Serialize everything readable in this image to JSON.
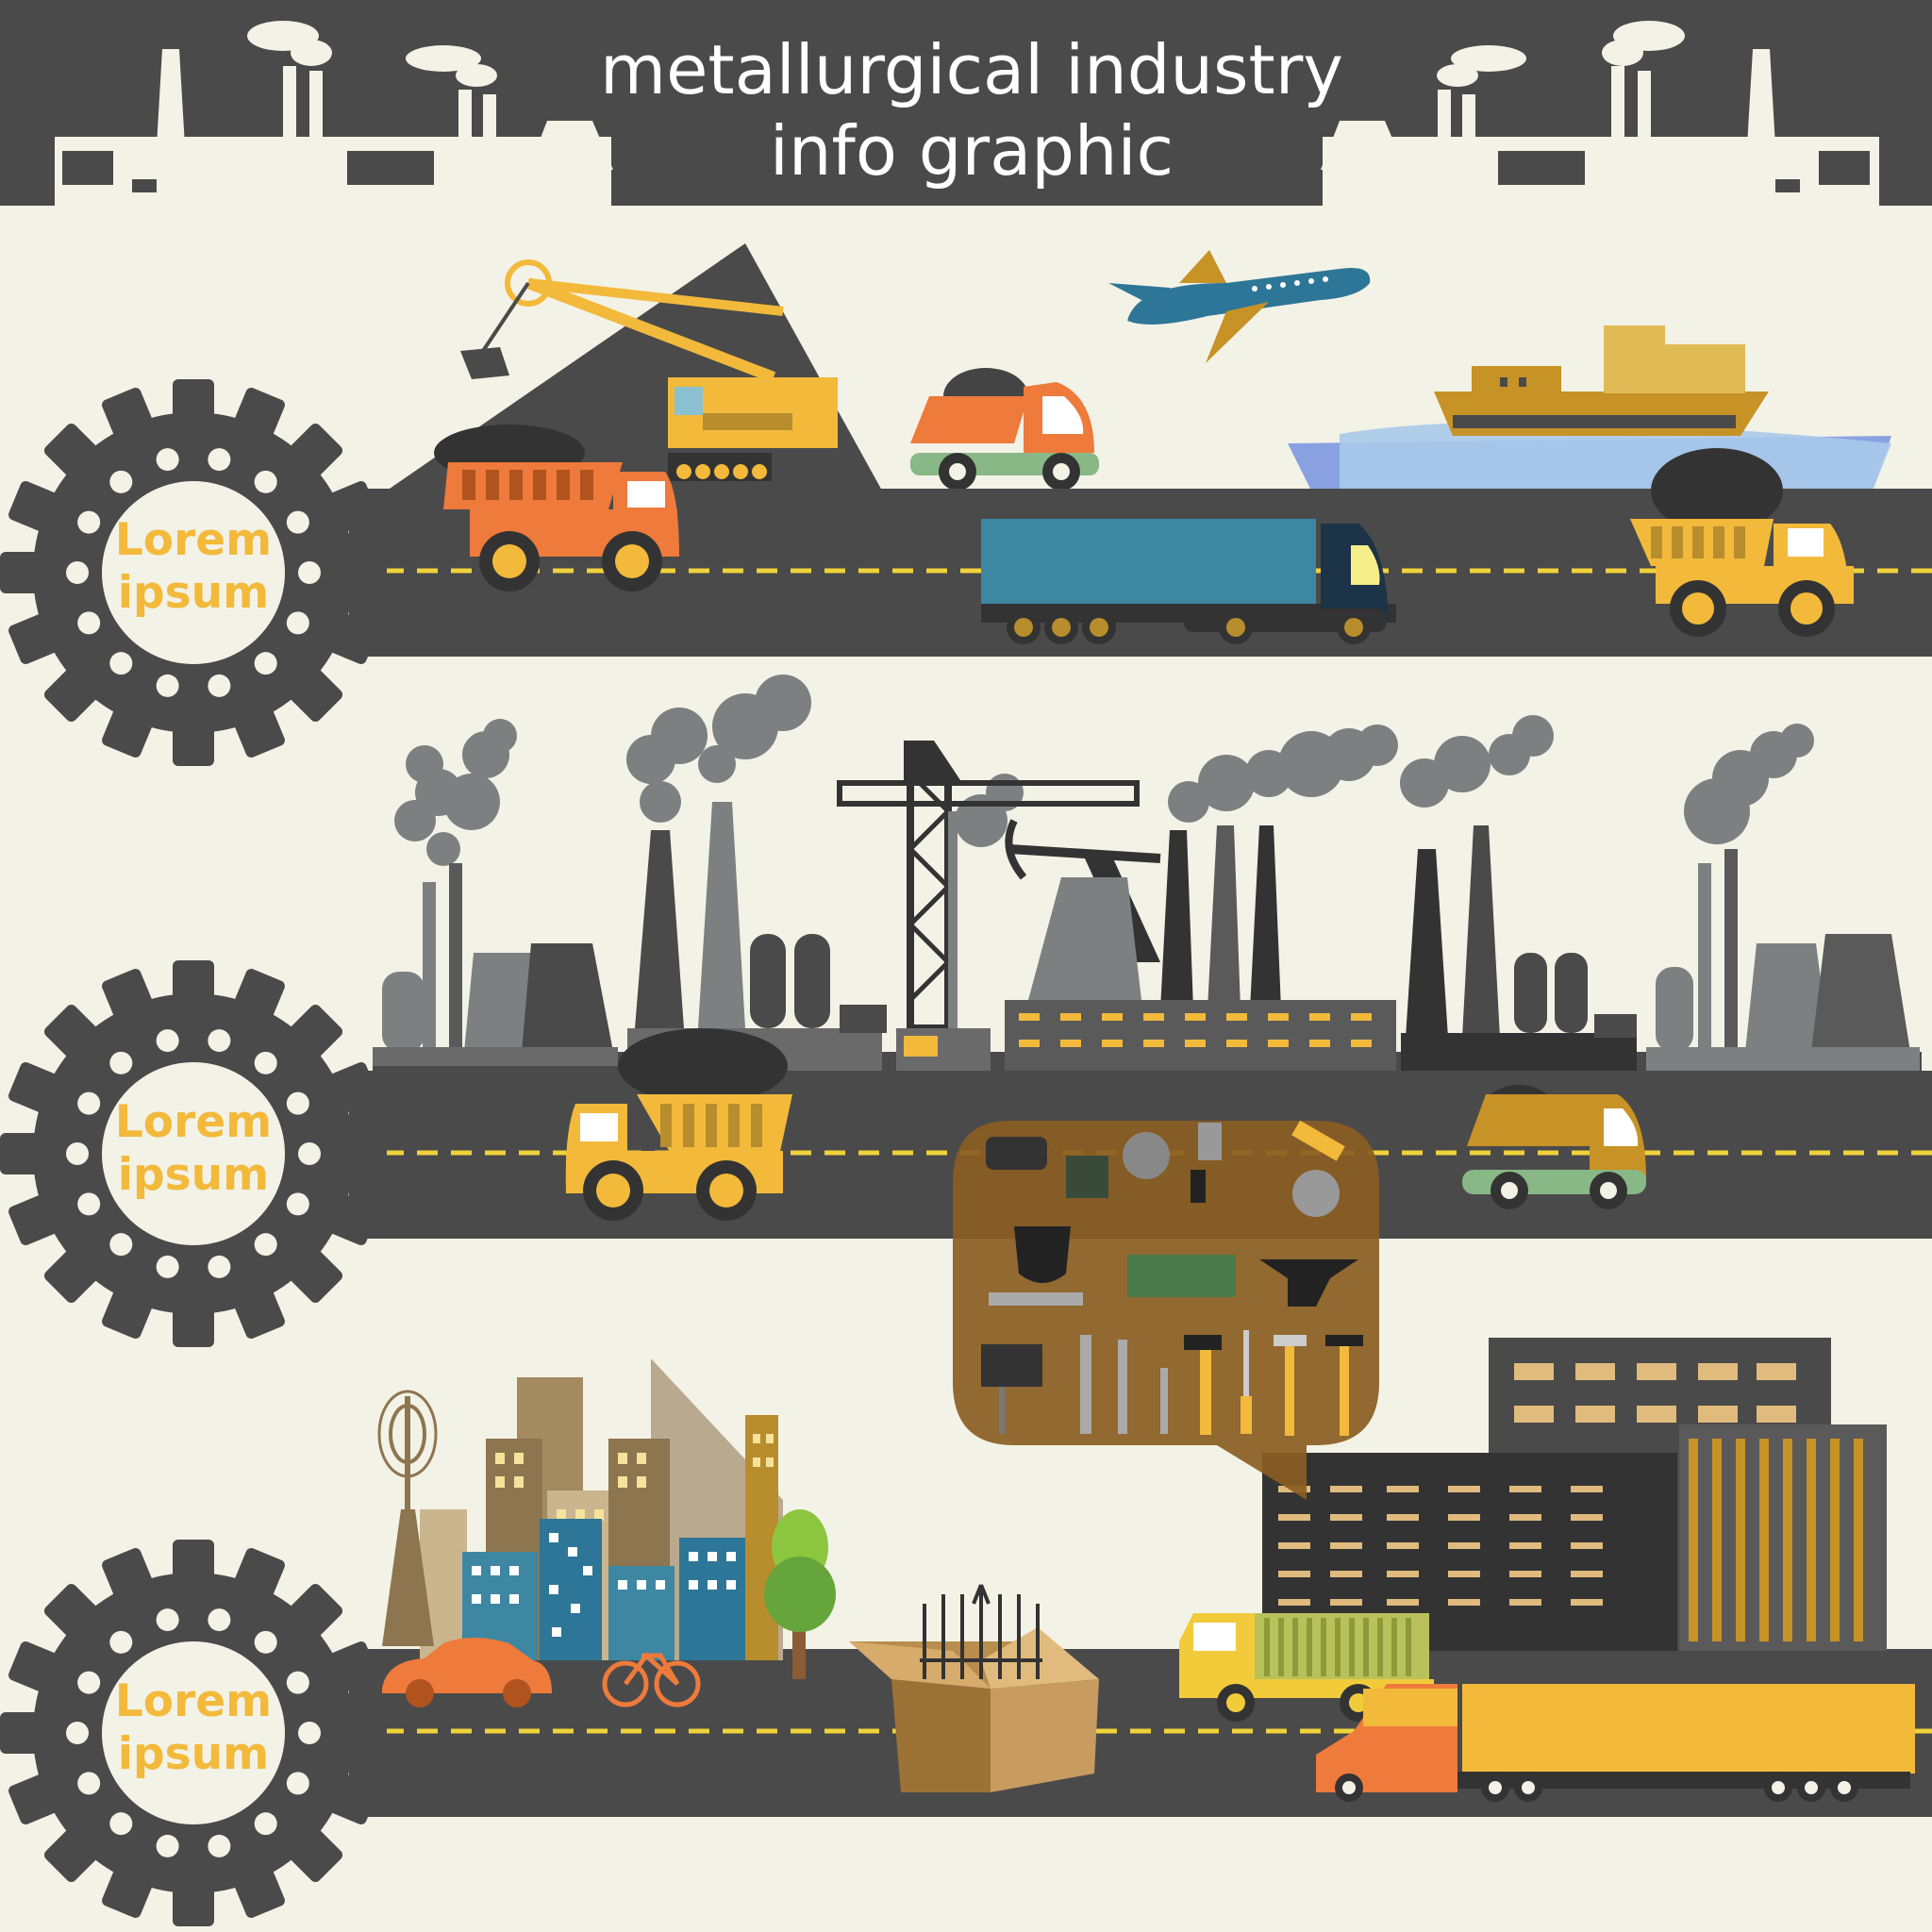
{
  "header": {
    "title_line_1": "metallurgical industry",
    "title_line_2": "info graphic"
  },
  "stages": [
    {
      "label_line_1": "Lorem",
      "label_line_2": "ipsum",
      "theme": "mining and transport"
    },
    {
      "label_line_1": "Lorem",
      "label_line_2": "ipsum",
      "theme": "metallurgical plants"
    },
    {
      "label_line_1": "Lorem",
      "label_line_2": "ipsum",
      "theme": "products and city"
    }
  ],
  "colors": {
    "background": "#f3f2e6",
    "dark": "#4a4a4a",
    "road": "#4a4a4a",
    "road_line": "#f0d23a",
    "accent_yellow": "#f2b93b",
    "accent_orange": "#ee7a3b",
    "smoke": "#7c8081",
    "tools_panel": "#8a5d22",
    "header_bar": "#4a4a4a"
  }
}
